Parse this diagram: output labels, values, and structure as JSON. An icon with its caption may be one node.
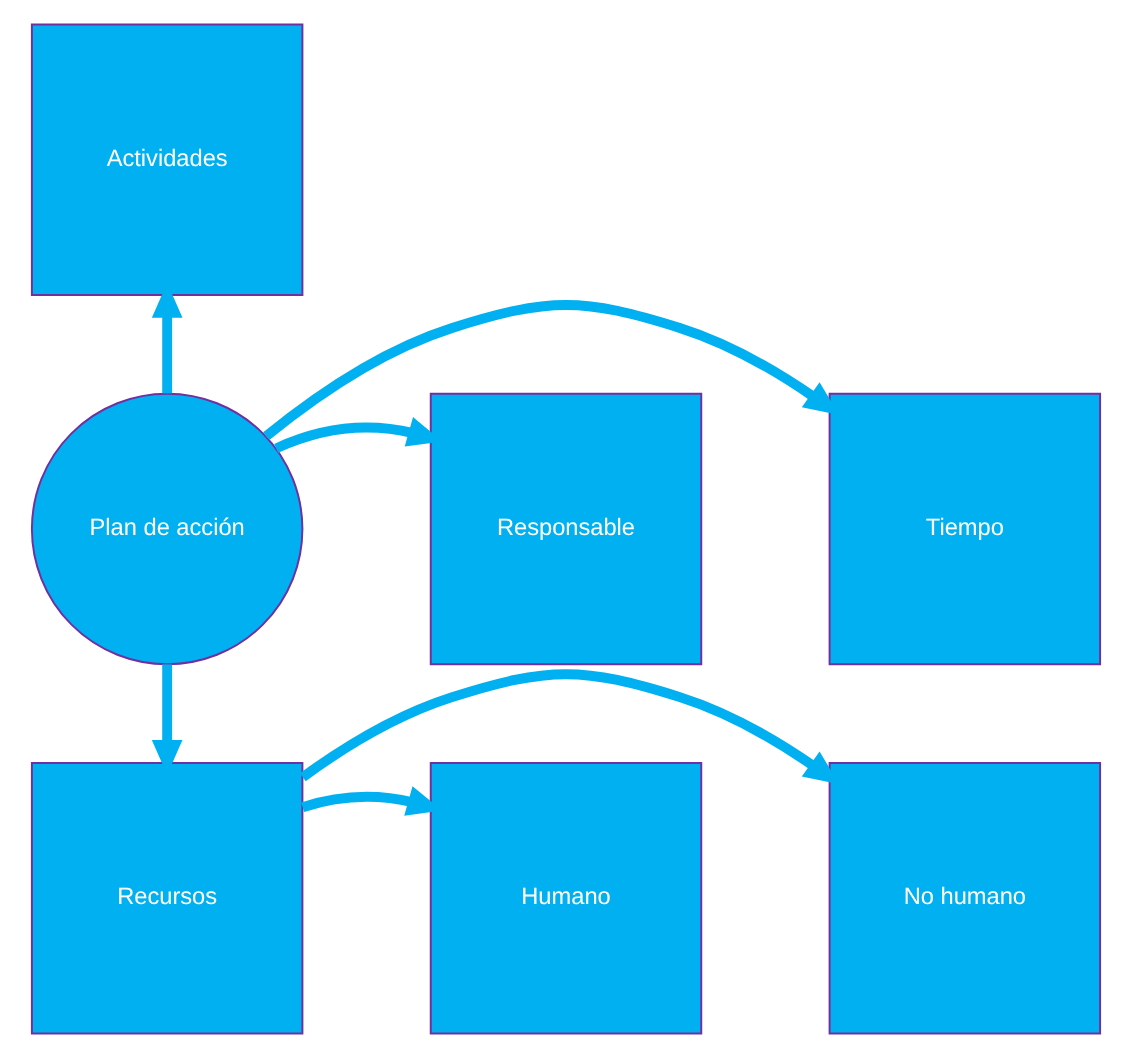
{
  "diagram": {
    "nodes": [
      {
        "text": [
          "Actividades"
        ]
      },
      {
        "text": [
          "Tiempo"
        ]
      },
      {
        "text": [
          "Plan de acción"
        ]
      },
      {
        "text": [
          "Responsable"
        ]
      },
      {
        "text": [
          "No humano"
        ]
      },
      {
        "text": [
          "Recursos"
        ]
      },
      {
        "text": [
          "Humano"
        ]
      }
    ],
    "edges": [
      {
        "from": 2,
        "to": 0,
        "arrow": "to"
      },
      {
        "from": 2,
        "to": 1,
        "arrow": "to"
      },
      {
        "from": 2,
        "to": 3,
        "arrow": "to"
      },
      {
        "from": 2,
        "to": 5,
        "arrow": "to"
      },
      {
        "from": 5,
        "to": 4,
        "arrow": "to"
      },
      {
        "from": 5,
        "to": 6,
        "arrow": "to"
      }
    ]
  }
}
